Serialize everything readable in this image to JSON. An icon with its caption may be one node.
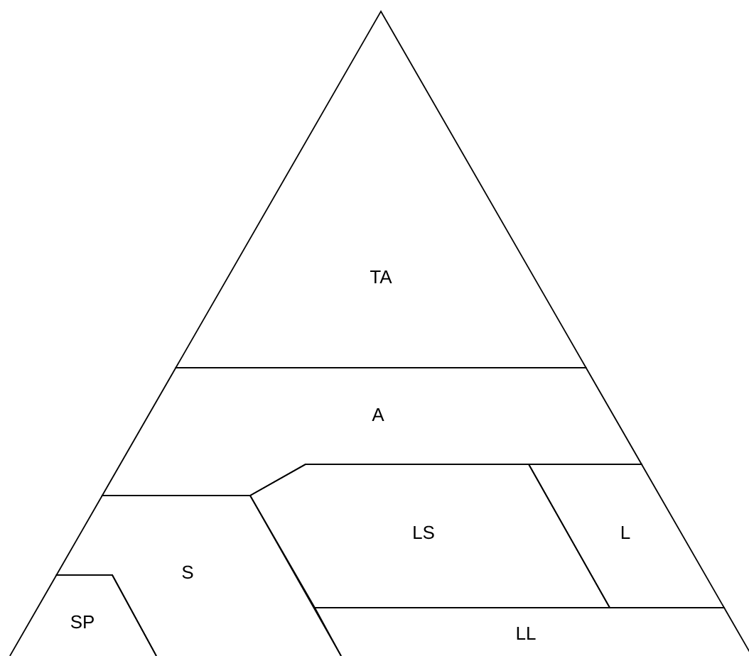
{
  "diagram": {
    "nodes": [
      {
        "text": [
          "TA"
        ]
      },
      {
        "text": [
          "A"
        ]
      },
      {
        "text": [
          "LS"
        ]
      },
      {
        "text": [
          "L"
        ]
      },
      {
        "text": [
          "S"
        ]
      },
      {
        "text": [
          "SP"
        ]
      },
      {
        "text": [
          "LL"
        ]
      }
    ]
  }
}
